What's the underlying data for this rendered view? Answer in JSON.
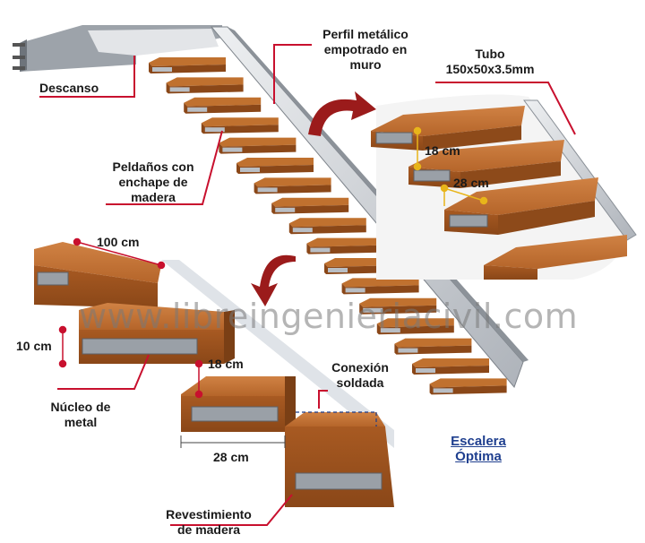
{
  "labels": {
    "perfil_line1": "Perfil metálico",
    "perfil_line2": "empotrado en",
    "perfil_line3": "muro",
    "tubo_line1": "Tubo",
    "tubo_line2": "150x50x3.5mm",
    "descanso": "Descanso",
    "peldanos_line1": "Peldaños con",
    "peldanos_line2": "enchape de",
    "peldanos_line3": "madera",
    "dim_18_top": "18 cm",
    "dim_28_top": "28 cm",
    "dim_100": "100 cm",
    "dim_10": "10 cm",
    "dim_18_bottom": "18 cm",
    "dim_28_bottom": "28 cm",
    "nucleo_line1": "Núcleo de",
    "nucleo_line2": "metal",
    "conexion_line1": "Conexión",
    "conexion_line2": "soldada",
    "revest_line1": "Revestimiento",
    "revest_line2": "de madera",
    "escalera_line1": "Escalera",
    "escalera_line2": "Óptima"
  },
  "watermark": "www.libreingenieriacivil.com",
  "colors": {
    "wood": "#b5652a",
    "wood_dark": "#7a3f15",
    "wood_light": "#cf7a3a",
    "steel": "#c9ccd1",
    "callout": "#c8102e",
    "dim_point": "#e8b51a",
    "title_blue": "#1f3f8f"
  }
}
